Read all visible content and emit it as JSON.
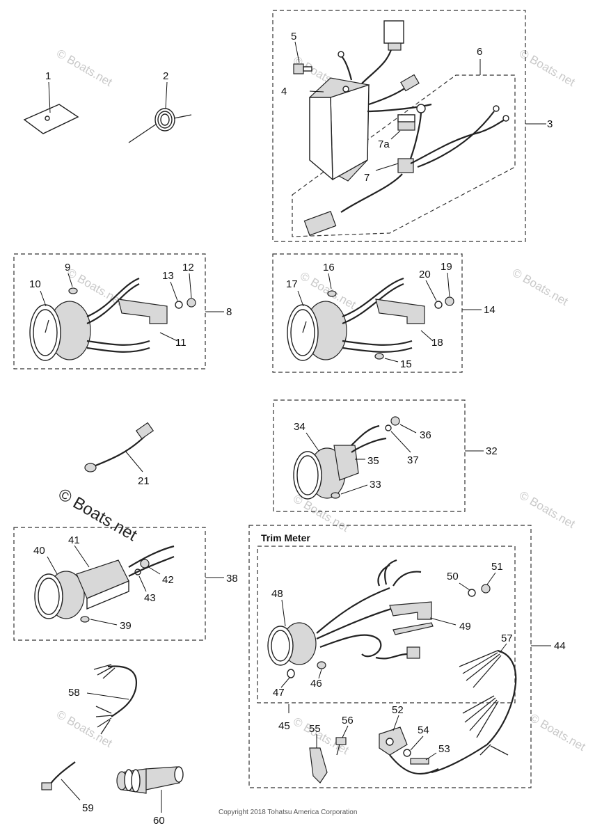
{
  "callouts": {
    "n1": "1",
    "n2": "2",
    "n3": "3",
    "n4": "4",
    "n5": "5",
    "n6": "6",
    "n7": "7",
    "n7a": "7a",
    "n8": "8",
    "n9": "9",
    "n10": "10",
    "n11": "11",
    "n12": "12",
    "n13": "13",
    "n14": "14",
    "n15": "15",
    "n16": "16",
    "n17": "17",
    "n18": "18",
    "n19": "19",
    "n20": "20",
    "n21": "21",
    "n32": "32",
    "n33": "33",
    "n34": "34",
    "n35": "35",
    "n36": "36",
    "n37": "37",
    "n38": "38",
    "n39": "39",
    "n40": "40",
    "n41": "41",
    "n42": "42",
    "n43": "43",
    "n44": "44",
    "n45": "45",
    "n46": "46",
    "n47": "47",
    "n48": "48",
    "n49": "49",
    "n50": "50",
    "n51": "51",
    "n52": "52",
    "n53": "53",
    "n54": "54",
    "n55": "55",
    "n56": "56",
    "n57": "57",
    "n58": "58",
    "n59": "59",
    "n60": "60"
  },
  "group_title": "Trim Meter",
  "watermark": "© Boats.net",
  "copyright": "Copyright 2018 Tohatsu America Corporation"
}
